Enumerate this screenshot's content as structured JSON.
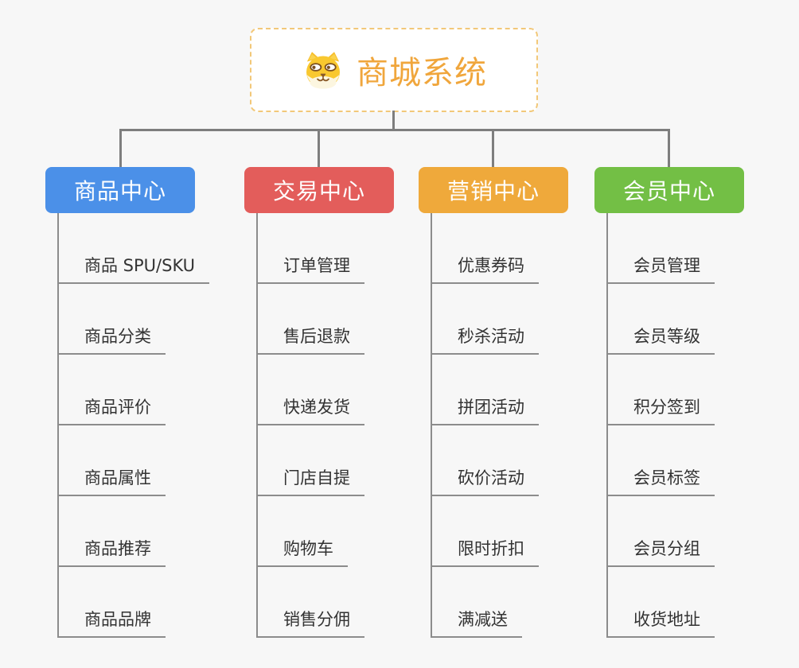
{
  "app": {
    "background": "#F7F7F7",
    "connector_color": "#7E7E7E",
    "leaf_line_color": "#8C8C8C",
    "leaf_text_color": "#333333"
  },
  "root": {
    "title": "商城系统",
    "icon": "shiba-dog-icon",
    "title_color": "#F0A63C",
    "border_color": "#F2C879",
    "fill": "#FFFFFF"
  },
  "branches": [
    {
      "label": "商品中心",
      "color": "#4B90E8",
      "items": [
        "商品 SPU/SKU",
        "商品分类",
        "商品评价",
        "商品属性",
        "商品推荐",
        "商品品牌"
      ]
    },
    {
      "label": "交易中心",
      "color": "#E35D5B",
      "items": [
        "订单管理",
        "售后退款",
        "快递发货",
        "门店自提",
        "购物车",
        "销售分佣"
      ]
    },
    {
      "label": "营销中心",
      "color": "#EFA93B",
      "items": [
        "优惠券码",
        "秒杀活动",
        "拼团活动",
        "砍价活动",
        "限时折扣",
        "满减送"
      ]
    },
    {
      "label": "会员中心",
      "color": "#73BF45",
      "items": [
        "会员管理",
        "会员等级",
        "积分签到",
        "会员标签",
        "会员分组",
        "收货地址"
      ]
    }
  ]
}
